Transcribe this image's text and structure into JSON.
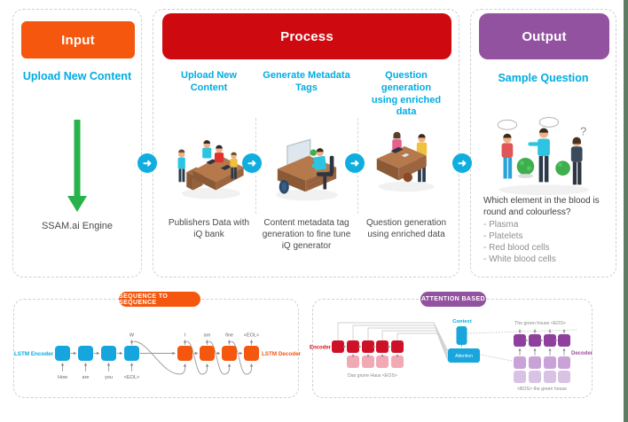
{
  "colors": {
    "orange": "#F4570D",
    "red": "#CE0A10",
    "purple": "#9352A0",
    "cyan": "#00ACE2",
    "green": "#27B24B",
    "strip_green": "#5E7B64"
  },
  "icons": {
    "flow_arrow": "➜",
    "question_mark": "?"
  },
  "flow": {
    "input": {
      "header": "Input",
      "subtitle": "Upload New Content",
      "engine_label": "SSAM.ai Engine"
    },
    "process": {
      "header": "Process",
      "steps": [
        {
          "title": "Upload New Content",
          "caption": "Publishers Data with iQ bank",
          "illustration": "publishers-desk"
        },
        {
          "title": "Generate Metadata Tags",
          "caption": "Content metadata tag generation to fine tune iQ generator",
          "illustration": "metadata-workstation"
        },
        {
          "title": "Question generation using enriched data",
          "caption": "Question generation using enriched data",
          "illustration": "team-desk"
        }
      ]
    },
    "output": {
      "header": "Output",
      "subtitle": "Sample Question",
      "illustration": "people-discussion",
      "question": "Which element in the blood is round and colourless?",
      "options": [
        "- Plasma",
        "- Platelets",
        "- Red blood cells",
        "- White blood cells"
      ]
    }
  },
  "seq2seq": {
    "badge": "SEQUENCE TO SEQUENCE",
    "encoder_label": "LSTM Encoder",
    "decoder_label": "LSTM Decoder",
    "encoder_inputs": [
      "How",
      "are",
      "you",
      "<EOL>"
    ],
    "encoder_output": "W",
    "decoder_outputs": [
      "I",
      "am",
      "fine",
      "<EOL>"
    ]
  },
  "attention": {
    "badge": "ATTENTION BASED",
    "encoder_label": "Encoder",
    "decoder_label": "Decoder",
    "context_label": "Context",
    "attention_box_label": "Attention",
    "encoder_input": "Das grune Haus <EOS>",
    "decoder_output": "The green house <EOS>",
    "decoder_input": "<BOS> the green house"
  }
}
